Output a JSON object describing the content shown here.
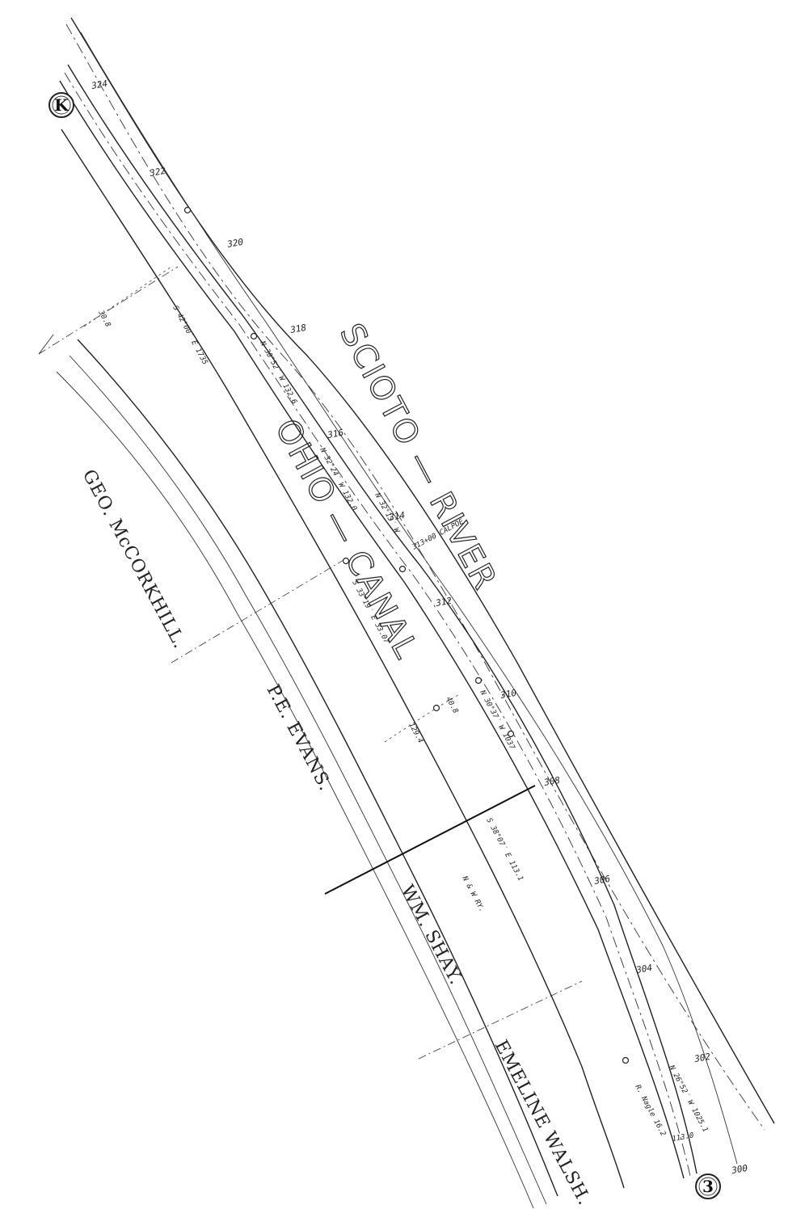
{
  "labels": {
    "river": "SCIOTO — RIVER",
    "canal": "OHIO — CANAL",
    "owner_1": "GEO. McCORKHILL.",
    "owner_2": "P.E. EVANS.",
    "owner_3": "WM. SHAY.",
    "owner_4": "EMELINE WALSH."
  },
  "sheet_markers": {
    "top": "K",
    "bottom": "3"
  },
  "stations": [
    "324",
    "322",
    "320",
    "318",
    "316",
    "314",
    "312",
    "310",
    "308",
    "306",
    "304",
    "302",
    "300"
  ],
  "bearings": {
    "b1": "S 42°00′ E 1735",
    "b2": "N 30°52′ W 132.6",
    "b3": "N 32°24′ W 132.0",
    "b4": "N 32°13′ W",
    "b5": "S 33°19′ E 33.07",
    "b6": "N 30°37′ W 1037",
    "b7": "N 26°52′ W 1025.1",
    "b8": "S 38°07′ E 113.1",
    "b9": "N & W RY.",
    "b10": "R. Nagle 16.2"
  },
  "small_labels": {
    "callout_1": "313+00 CALPOE",
    "offset_1": "30.8",
    "offset_2": "129.4",
    "offset_3": "40.8",
    "note_1": "113.0"
  },
  "colors": {
    "ink": "#222222",
    "paper": "#ffffff"
  }
}
